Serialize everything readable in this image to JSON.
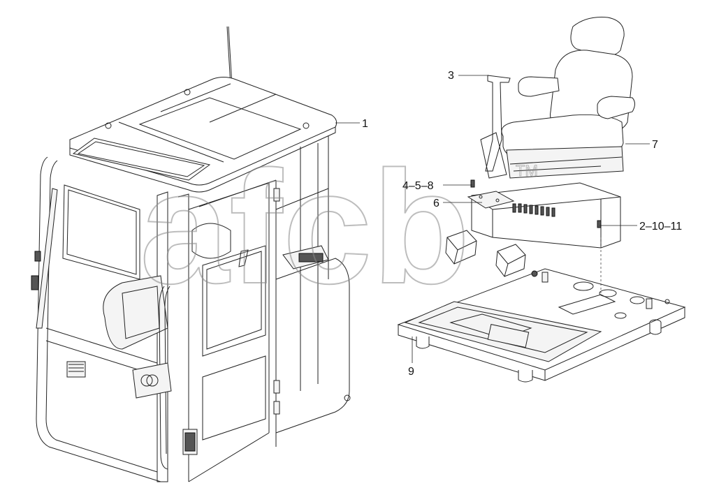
{
  "figure": {
    "top_mark": "",
    "watermark": "afcb",
    "watermark_tm": "TM"
  },
  "callouts": [
    {
      "id": "callout-1",
      "text": "1"
    },
    {
      "id": "callout-3",
      "text": "3"
    },
    {
      "id": "callout-7",
      "text": "7"
    },
    {
      "id": "callout-4-5-8",
      "text": "4–5–8"
    },
    {
      "id": "callout-6",
      "text": "6"
    },
    {
      "id": "callout-2-10-11",
      "text": "2–10–11"
    },
    {
      "id": "callout-9",
      "text": "9"
    }
  ]
}
